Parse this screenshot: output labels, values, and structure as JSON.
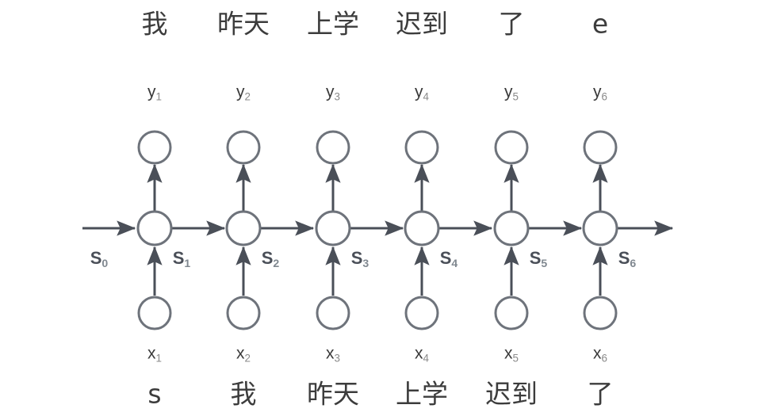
{
  "diagram": {
    "title": "unrolled-rnn-sequence-diagram",
    "colors": {
      "background": "#ffffff",
      "node_stroke": "#6e737b",
      "arrow": "#4a4f58",
      "token_text": "#3c3c3c",
      "label_text": "#3a3a3a",
      "state_label": "#4a4f58",
      "subscript": "#8a8a8a"
    },
    "columns": 6,
    "output_tokens": [
      "我",
      "昨天",
      "上学",
      "迟到",
      "了",
      "e"
    ],
    "input_tokens": [
      "s",
      "我",
      "昨天",
      "上学",
      "迟到",
      "了"
    ],
    "output_labels": [
      {
        "base": "y",
        "sub": "1"
      },
      {
        "base": "y",
        "sub": "2"
      },
      {
        "base": "y",
        "sub": "3"
      },
      {
        "base": "y",
        "sub": "4"
      },
      {
        "base": "y",
        "sub": "5"
      },
      {
        "base": "y",
        "sub": "6"
      }
    ],
    "input_labels": [
      {
        "base": "x",
        "sub": "1"
      },
      {
        "base": "x",
        "sub": "2"
      },
      {
        "base": "x",
        "sub": "3"
      },
      {
        "base": "x",
        "sub": "4"
      },
      {
        "base": "x",
        "sub": "5"
      },
      {
        "base": "x",
        "sub": "6"
      }
    ],
    "state_labels": [
      {
        "base": "S",
        "sub": "1"
      },
      {
        "base": "S",
        "sub": "2"
      },
      {
        "base": "S",
        "sub": "3"
      },
      {
        "base": "S",
        "sub": "4"
      },
      {
        "base": "S",
        "sub": "5"
      },
      {
        "base": "S",
        "sub": "6"
      }
    ],
    "initial_state_label": {
      "base": "S",
      "sub": "0"
    }
  }
}
